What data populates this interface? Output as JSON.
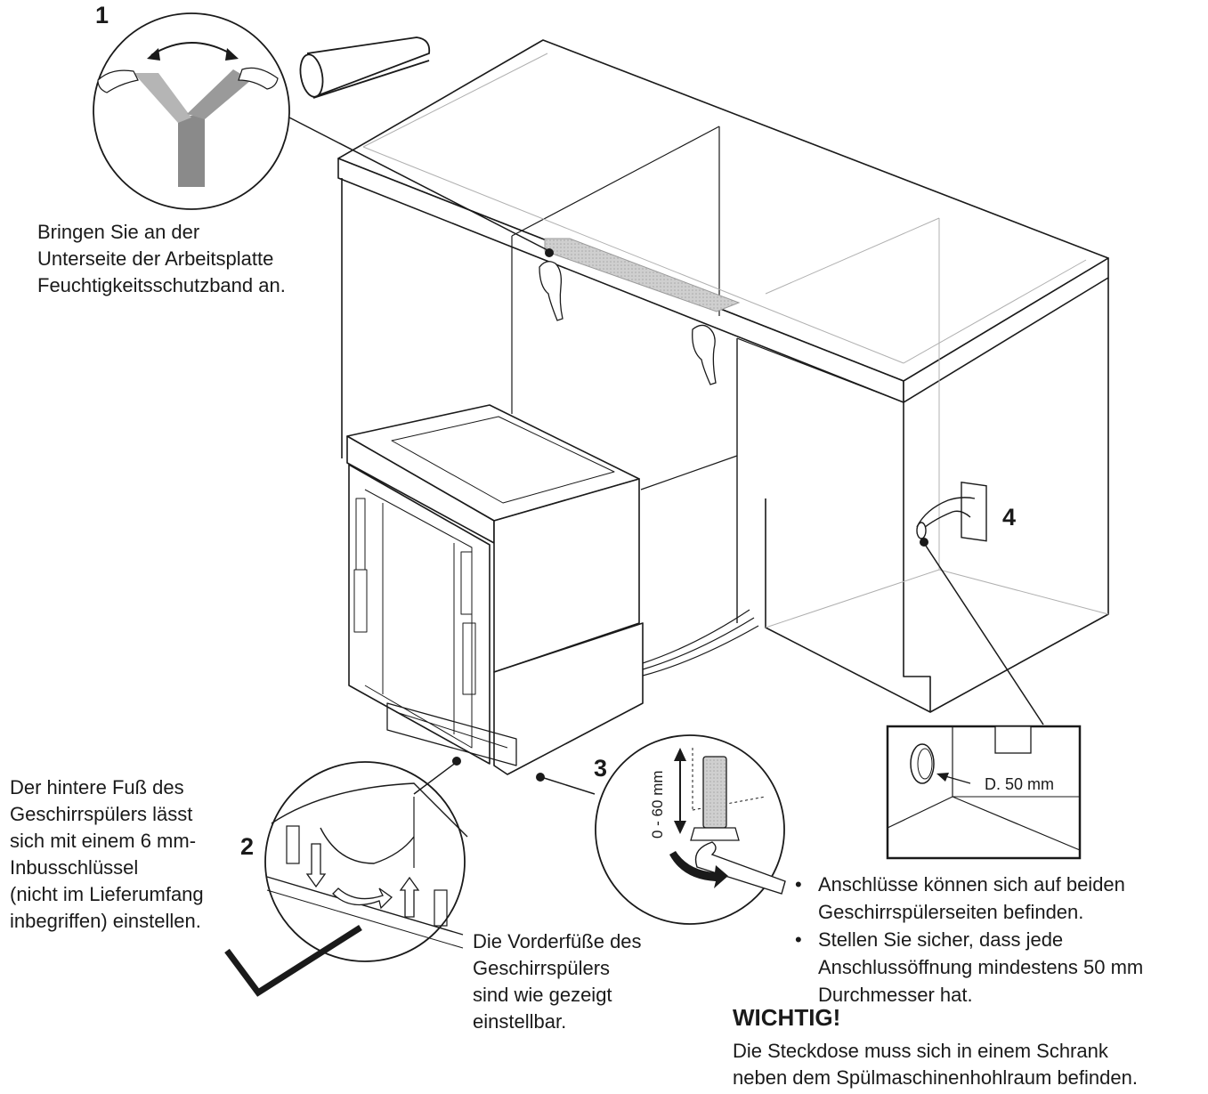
{
  "steps": {
    "step1": {
      "number": "1",
      "lines": [
        "Bringen Sie an der",
        "Unterseite der Arbeitsplatte",
        "Feuchtigkeitsschutzband an."
      ]
    },
    "step2": {
      "number": "2",
      "lines": [
        "Der hintere Fuß des",
        "Geschirrspülers lässt",
        "sich mit einem 6 mm-",
        "Inbusschlüssel",
        "(nicht im Lieferumfang",
        "inbegriffen) einstellen."
      ]
    },
    "step3": {
      "number": "3",
      "lines": [
        "Die Vorderfüße des",
        "Geschirrspülers",
        "sind wie gezeigt",
        "einstellbar."
      ],
      "height_range": "0 - 60 mm"
    },
    "step4": {
      "number": "4",
      "diameter_label": "D. 50 mm",
      "bullets": [
        [
          "Anschlüsse können sich auf beiden",
          "Geschirrspülerseiten befinden."
        ],
        [
          "Stellen Sie sicher, dass jede",
          "Anschlussöffnung mindestens 50 mm",
          "Durchmesser hat."
        ]
      ]
    }
  },
  "warning": {
    "title": "WICHTIG!",
    "lines": [
      "Die Steckdose muss sich in einem Schrank",
      "neben dem Spülmaschinenhohlraum befinden."
    ]
  },
  "colors": {
    "line": "#1a1a1a",
    "tape": "#9a9a9a",
    "tape_light": "#c8c8c8"
  }
}
